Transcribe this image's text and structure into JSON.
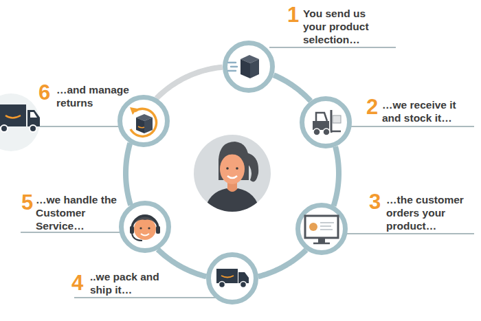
{
  "diagram": {
    "nodes": [
      {
        "text": [
          "1",
          "You send us your product selection…"
        ]
      },
      {
        "text": [
          "2",
          "…we receive it and stock it…"
        ]
      },
      {
        "text": [
          "3",
          "…the customer orders your product…"
        ]
      },
      {
        "text": [
          "4",
          "..we pack and ship it…"
        ]
      },
      {
        "text": [
          "5",
          "…we handle the Customer Service…"
        ]
      },
      {
        "text": [
          "6",
          "…and manage returns"
        ]
      }
    ],
    "edges": [
      {
        "from": 0,
        "to": 1,
        "arrow": "none"
      },
      {
        "from": 1,
        "to": 2,
        "arrow": "none"
      },
      {
        "from": 2,
        "to": 3,
        "arrow": "none"
      },
      {
        "from": 3,
        "to": 4,
        "arrow": "none"
      },
      {
        "from": 4,
        "to": 5,
        "arrow": "none"
      },
      {
        "from": 5,
        "to": 0,
        "arrow": "none"
      }
    ]
  }
}
